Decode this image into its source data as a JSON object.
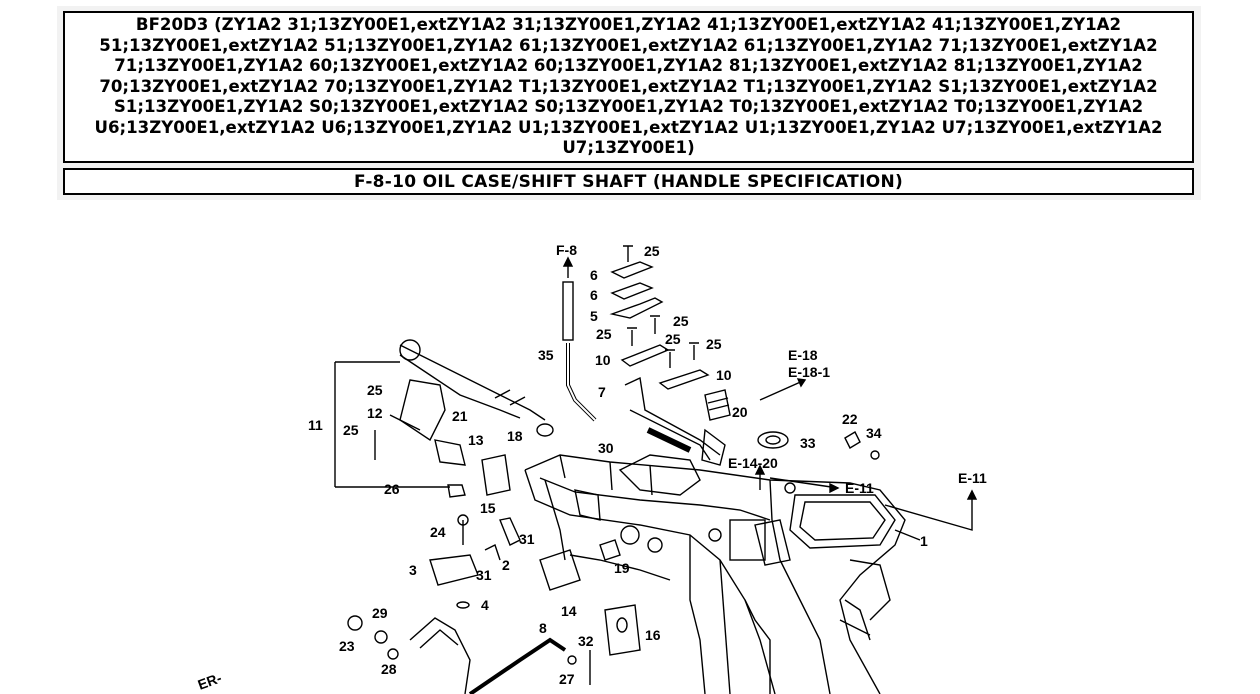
{
  "header": {
    "model_title": "BF20D3 (ZY1A2 31;13ZY00E1,extZY1A2 31;13ZY00E1,ZY1A2 41;13ZY00E1,extZY1A2 41;13ZY00E1,ZY1A2 51;13ZY00E1,extZY1A2 51;13ZY00E1,ZY1A2 61;13ZY00E1,extZY1A2 61;13ZY00E1,ZY1A2 71;13ZY00E1,extZY1A2 71;13ZY00E1,ZY1A2 60;13ZY00E1,extZY1A2 60;13ZY00E1,ZY1A2 81;13ZY00E1,extZY1A2 81;13ZY00E1,ZY1A2 70;13ZY00E1,extZY1A2 70;13ZY00E1,ZY1A2 T1;13ZY00E1,extZY1A2 T1;13ZY00E1,ZY1A2 S1;13ZY00E1,extZY1A2 S1;13ZY00E1,ZY1A2 S0;13ZY00E1,extZY1A2 S0;13ZY00E1,ZY1A2 T0;13ZY00E1,extZY1A2 T0;13ZY00E1,ZY1A2 U6;13ZY00E1,extZY1A2 U6;13ZY00E1,ZY1A2 U1;13ZY00E1,extZY1A2 U1;13ZY00E1,ZY1A2 U7;13ZY00E1,extZY1A2 U7;13ZY00E1)",
    "section_title": "F-8-10 OIL CASE/SHIFT SHAFT (HANDLE SPECIFICATION)"
  },
  "diagram": {
    "refs": {
      "f8": "F-8",
      "e18": "E-18",
      "e181": "E-18-1",
      "e1420": "E-14-20",
      "e11a": "E-11",
      "e11b": "E-11",
      "partial": "ER-"
    },
    "callouts": {
      "c25a": "25",
      "c6a": "6",
      "c6b": "6",
      "c5": "5",
      "c25b": "25",
      "c25c": "25",
      "c25d": "25",
      "c25e": "25",
      "c35": "35",
      "c10a": "10",
      "c10b": "10",
      "c7": "7",
      "c20": "20",
      "c33": "33",
      "c22": "22",
      "c34": "34",
      "c25f": "25",
      "c12": "12",
      "c21": "21",
      "c11": "11",
      "c25g": "25",
      "c13": "13",
      "c18": "18",
      "c30": "30",
      "c26": "26",
      "c15": "15",
      "c24": "24",
      "c31a": "31",
      "c2": "2",
      "c19": "19",
      "c1": "1",
      "c3": "3",
      "c31b": "31",
      "c4": "4",
      "c14": "14",
      "c29": "29",
      "c23": "23",
      "c8": "8",
      "c32": "32",
      "c16": "16",
      "c28": "28",
      "c27": "27"
    }
  }
}
